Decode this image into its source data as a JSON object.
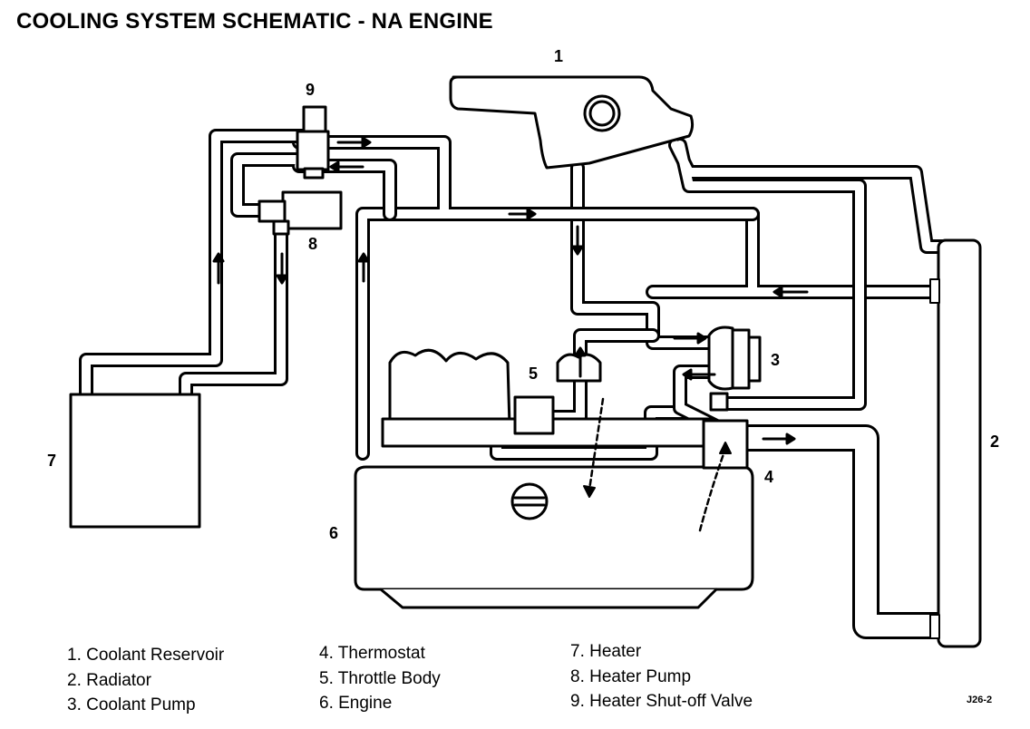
{
  "title": "COOLING SYSTEM SCHEMATIC - NA ENGINE",
  "callouts": {
    "c1": "1",
    "c2": "2",
    "c3": "3",
    "c4": "4",
    "c5": "5",
    "c6": "6",
    "c7": "7",
    "c8": "8",
    "c9": "9"
  },
  "legend": [
    [
      "1. Coolant Reservoir",
      "2. Radiator",
      "3. Coolant Pump"
    ],
    [
      "4. Thermostat",
      "5. Throttle Body",
      "6. Engine"
    ],
    [
      "7. Heater",
      "8. Heater Pump",
      "9. Heater Shut-off Valve"
    ]
  ],
  "figure_code": "J26-2"
}
